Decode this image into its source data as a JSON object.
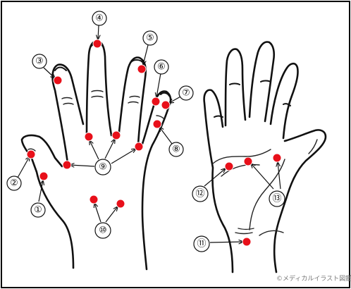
{
  "colors": {
    "spot": "#e8101a",
    "line": "#111111",
    "background": "#ffffff"
  },
  "labels": {
    "n1": "①",
    "n2": "②",
    "n3": "③",
    "n4": "④",
    "n5": "⑤",
    "n6": "⑥",
    "n7": "⑦",
    "n8": "⑧",
    "n9": "⑨",
    "n10": "⑩",
    "n11": "⑪",
    "n12": "⑫",
    "n13": "⑬"
  },
  "credit": "©メディカルイラスト図鑑"
}
